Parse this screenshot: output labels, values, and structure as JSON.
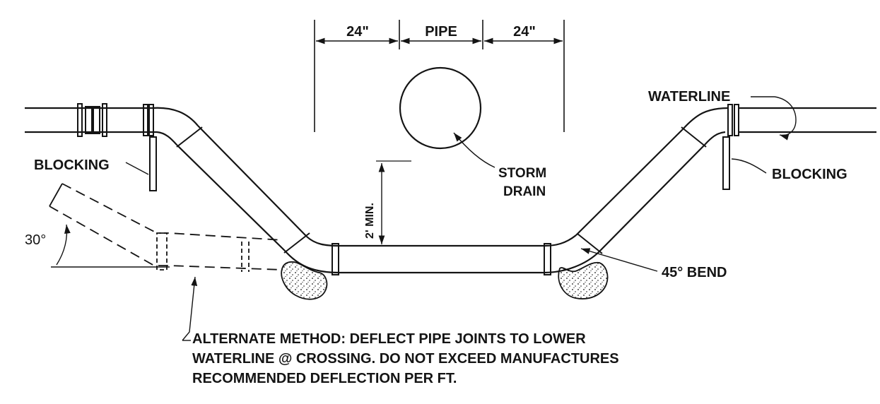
{
  "dimensions": {
    "left_clearance": "24\"",
    "pipe": "PIPE",
    "right_clearance": "24\""
  },
  "labels": {
    "waterline": "WATERLINE",
    "blocking_left": "BLOCKING",
    "blocking_right": "BLOCKING",
    "storm_drain_line1": "STORM",
    "storm_drain_line2": "DRAIN",
    "min_vertical": "2' MIN.",
    "angle": "30°",
    "bend": "45° BEND"
  },
  "note": {
    "line1": "ALTERNATE METHOD: DEFLECT PIPE JOINTS TO LOWER",
    "line2": "WATERLINE @ CROSSING. DO NOT EXCEED MANUFACTURES",
    "line3": "RECOMMENDED DEFLECTION PER FT."
  },
  "colors": {
    "ink": "#141414",
    "background": "#ffffff"
  }
}
